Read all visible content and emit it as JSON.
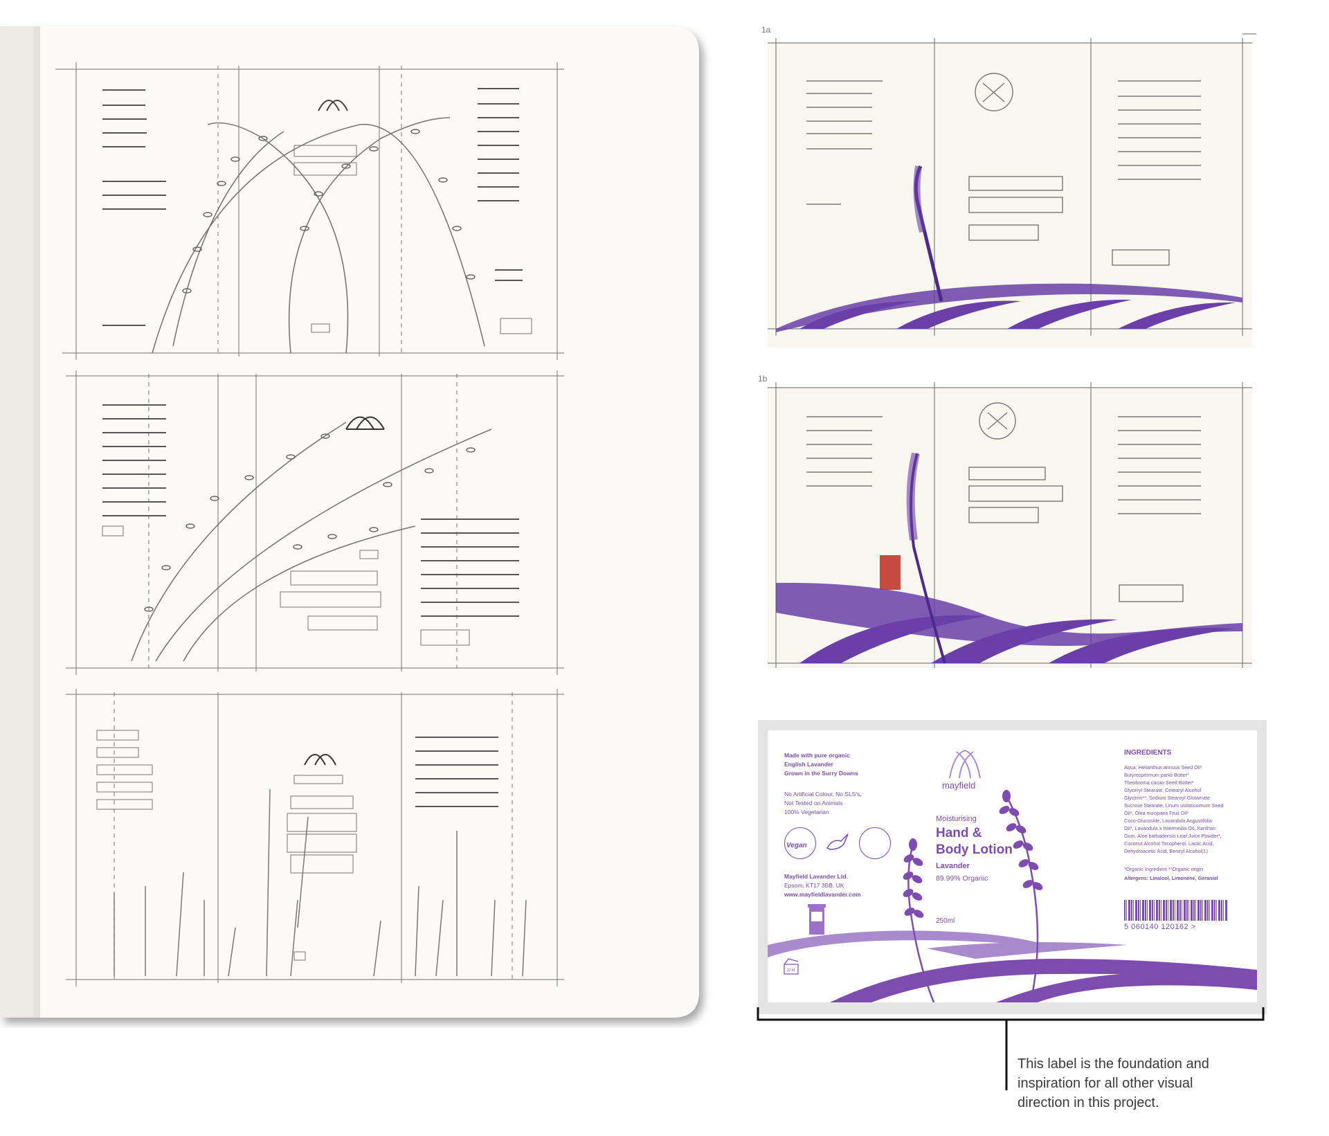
{
  "caption": {
    "lines": [
      "This label is the foundation and",
      "inspiration for all other visual",
      "direction in this project."
    ]
  },
  "sketches": {
    "sketch_a_label": "1a",
    "sketch_b_label": "1b"
  },
  "label": {
    "left_panel": {
      "made_with": [
        "Made with pure organic",
        "English Lavander",
        "Grown in the Surry Downs"
      ],
      "claims": [
        "No Artificial Colour, No SLS's,",
        "Not Tested on Animals",
        "100% Vegetarian"
      ],
      "address": [
        "Mayfield Lavander Ltd.",
        "Epsom, KT17 3BB, UK",
        "www.mayfieldlavander.com"
      ],
      "vegan_badge": "Vegan",
      "pao": "12 M"
    },
    "center_panel": {
      "brand": "mayfield",
      "moisturising": "Moisturising",
      "title_line1": "Hand &",
      "title_line2": "Body Lotion",
      "variant": "Lavander",
      "organic_pct": "89.99% Organic",
      "volume": "250ml"
    },
    "right_panel": {
      "heading": "INGREDIENTS",
      "ingredients": [
        "Aqua, Helianthus annuus Seed Oil*",
        "Butyrospermum parkii Butter*",
        "Theobroma cacao Seed Butter*",
        "Glyceryl Stearate, Cetearyl Alcohol",
        "Glycerin**, Sodium Stearoyl Glutamate",
        "Sucrose Stearate, Linum usitatissimum Seed",
        "Oil*, Olea europaea Fruit Oil*",
        "Coco-Glucoside, Lavandula Angustifolia",
        "Oil*, Lavandula x Intermedia Oil, Xanthan",
        "Gum, Aloe barbadensis Leaf Juice Powder*,",
        "Coconut Alcohol Tocopherol, Lactic Acid,",
        "Dehydroacetic Acid, Benzyl Alcohol(1)"
      ],
      "organic_note": "*Organic Ingredient **Organic origin",
      "allergens": "Allergens: Linalool, Limonene, Geraniol",
      "barcode_number": "5 060140 120162 >"
    }
  },
  "colors": {
    "lavender": "#7d4cae",
    "lavender_light": "#a98bcd",
    "pencil": "#6e6e6e",
    "paper": "#f7f6f0",
    "phonebox": "#c64a3f"
  }
}
